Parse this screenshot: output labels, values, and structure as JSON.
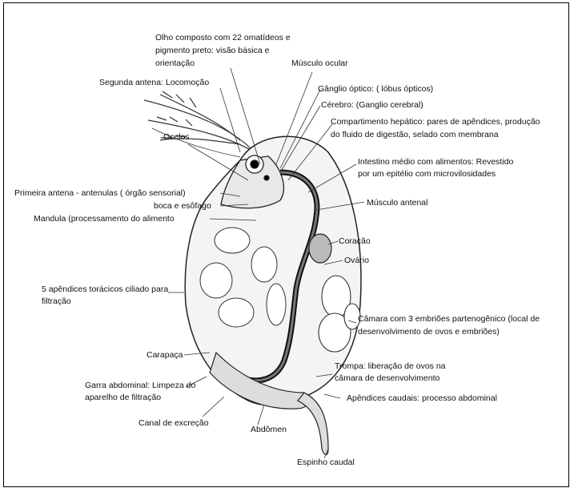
{
  "labels": {
    "olho_composto": [
      "Olho composto com 22 omatídeos e",
      "pigmento preto: visão básica e",
      "orientação"
    ],
    "musculo_ocular": "Músculo ocular",
    "segunda_antena": "Segunda antena: Locomoção",
    "ganglio_optico": "Gânglio óptico: ( lóbus ópticos)",
    "cerebro": "Cérebro: (Ganglio cerebral)",
    "compartimento_hepatico": [
      "Compartimento hepático:  pares de apêndices,  produção",
      "do fluido de digestão, selado com membrana"
    ],
    "ocelos": "Ocelos",
    "intestino_medio": [
      "Intestino médio com alimentos: Revestido",
      "por um epitélio com microvilosidades"
    ],
    "primeira_antena": "Primeira antena - antenulas ( órgão sensorial)",
    "boca": "boca e esôfago",
    "musculo_antenal": "Músculo antenal",
    "mandula": "Mandula (processamento do alimento",
    "coracao": "Coração",
    "ovario": "Ovário",
    "apendices_toracicos": [
      "5 apêndices torácicos ciliado para",
      "filtração"
    ],
    "camara": [
      "Câmara com 3 embriões partenogênico (local  de",
      "desenvolvimento de ovos e embriões)"
    ],
    "carapaca": "Carapaça",
    "trompa": [
      "Trompa: liberação de ovos na",
      "câmara de desenvolvimento"
    ],
    "garra": [
      "Garra abdominal: Limpeza do",
      "aparelho de filtração"
    ],
    "apendices_caudais": "Apêndices caudais: processo abdominal",
    "canal": "Canal de excreção",
    "abdomen": "Abdômen",
    "espinho": "Espinho caudal"
  }
}
